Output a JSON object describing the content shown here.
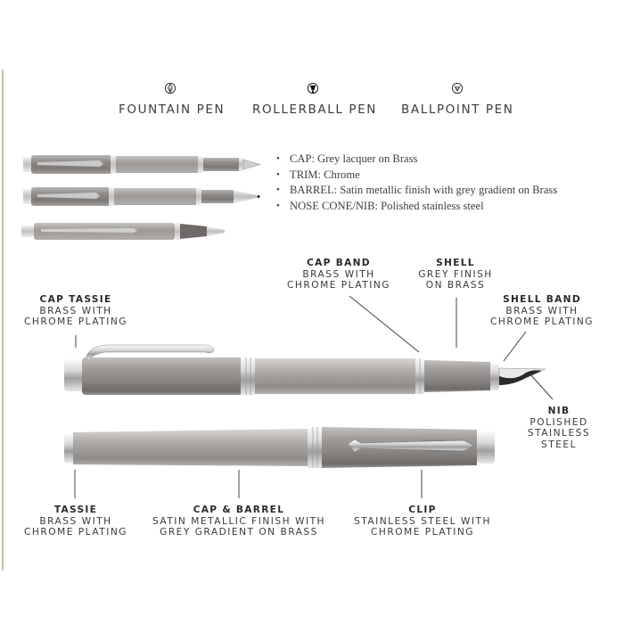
{
  "pen_types": [
    {
      "label": "FOUNTAIN PEN",
      "icon": "fountain-pen-nib-icon"
    },
    {
      "label": "ROLLERBALL PEN",
      "icon": "rollerball-tip-icon"
    },
    {
      "label": "BALLPOINT PEN",
      "icon": "ballpoint-tip-icon"
    }
  ],
  "specs": [
    "CAP: Grey lacquer on Brass",
    "TRIM: Chrome",
    "BARREL: Satin metallic finish with grey gradient on Brass",
    "NOSE CONE/NIB: Polished stainless steel"
  ],
  "callouts": {
    "cap_tassie": {
      "title": "CAP TASSIE",
      "line1": "BRASS WITH",
      "line2": "CHROME PLATING"
    },
    "cap_band": {
      "title": "CAP BAND",
      "line1": "BRASS WITH",
      "line2": "CHROME PLATING"
    },
    "shell": {
      "title": "SHELL",
      "line1": "GREY FINISH",
      "line2": "ON BRASS"
    },
    "shell_band": {
      "title": "SHELL BAND",
      "line1": "BRASS WITH",
      "line2": "CHROME PLATING"
    },
    "nib": {
      "title": "NIB",
      "line1": "POLISHED",
      "line2": "STAINLESS",
      "line3": "STEEL"
    },
    "tassie": {
      "title": "TASSIE",
      "line1": "BRASS WITH",
      "line2": "CHROME PLATING"
    },
    "cap_barrel": {
      "title": "CAP & BARREL",
      "line1": "SATIN METALLIC FINISH WITH",
      "line2": "GREY GRADIENT ON BRASS"
    },
    "clip": {
      "title": "CLIP",
      "line1": "STAINLESS STEEL WITH",
      "line2": "CHROME PLATING"
    }
  },
  "colors": {
    "text": "#3a3a3a",
    "rule": "#c8c2a8",
    "pen_body": "#8e8a88",
    "chrome": "#e6e6e6"
  }
}
